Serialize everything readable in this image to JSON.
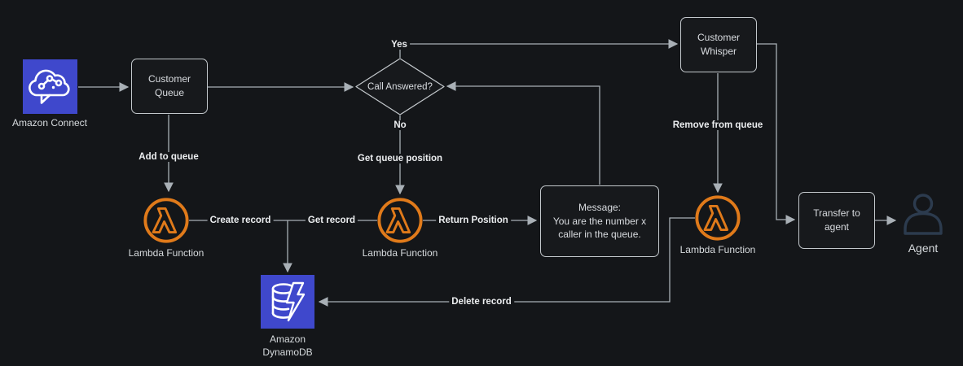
{
  "nodes": {
    "amazon_connect": {
      "label": "Amazon Connect"
    },
    "customer_queue": {
      "label": "Customer Queue"
    },
    "call_answered": {
      "label": "Call Answered?"
    },
    "customer_whisper": {
      "label": "Customer Whisper"
    },
    "lambda_add": {
      "label": "Lambda Function"
    },
    "lambda_position": {
      "label": "Lambda Function"
    },
    "lambda_remove": {
      "label": "Lambda Function"
    },
    "message": {
      "lines": [
        "Message:",
        "You are the number x",
        "caller in the queue."
      ]
    },
    "transfer": {
      "label": "Transfer to agent"
    },
    "agent": {
      "label": "Agent"
    },
    "dynamodb": {
      "label": "Amazon DynamoDB"
    }
  },
  "edge_labels": {
    "yes": "Yes",
    "no": "No",
    "add_to_queue": "Add to queue",
    "get_queue_position": "Get queue position",
    "create_record": "Create record",
    "get_record": "Get record",
    "return_position": "Return Position",
    "remove_from_queue": "Remove from queue",
    "delete_record": "Delete record"
  },
  "colors": {
    "bg": "#141619",
    "node_fill": "#17191C",
    "node_border": "#C3C8CC",
    "line": "#A9B0B6",
    "edge_label": "#ECEEF0",
    "node_label": "#D7DBDE",
    "aws_orange": "#E07A1A",
    "aws_indigo": "#3F48CC",
    "agent_blue": "#2C3B4E"
  }
}
